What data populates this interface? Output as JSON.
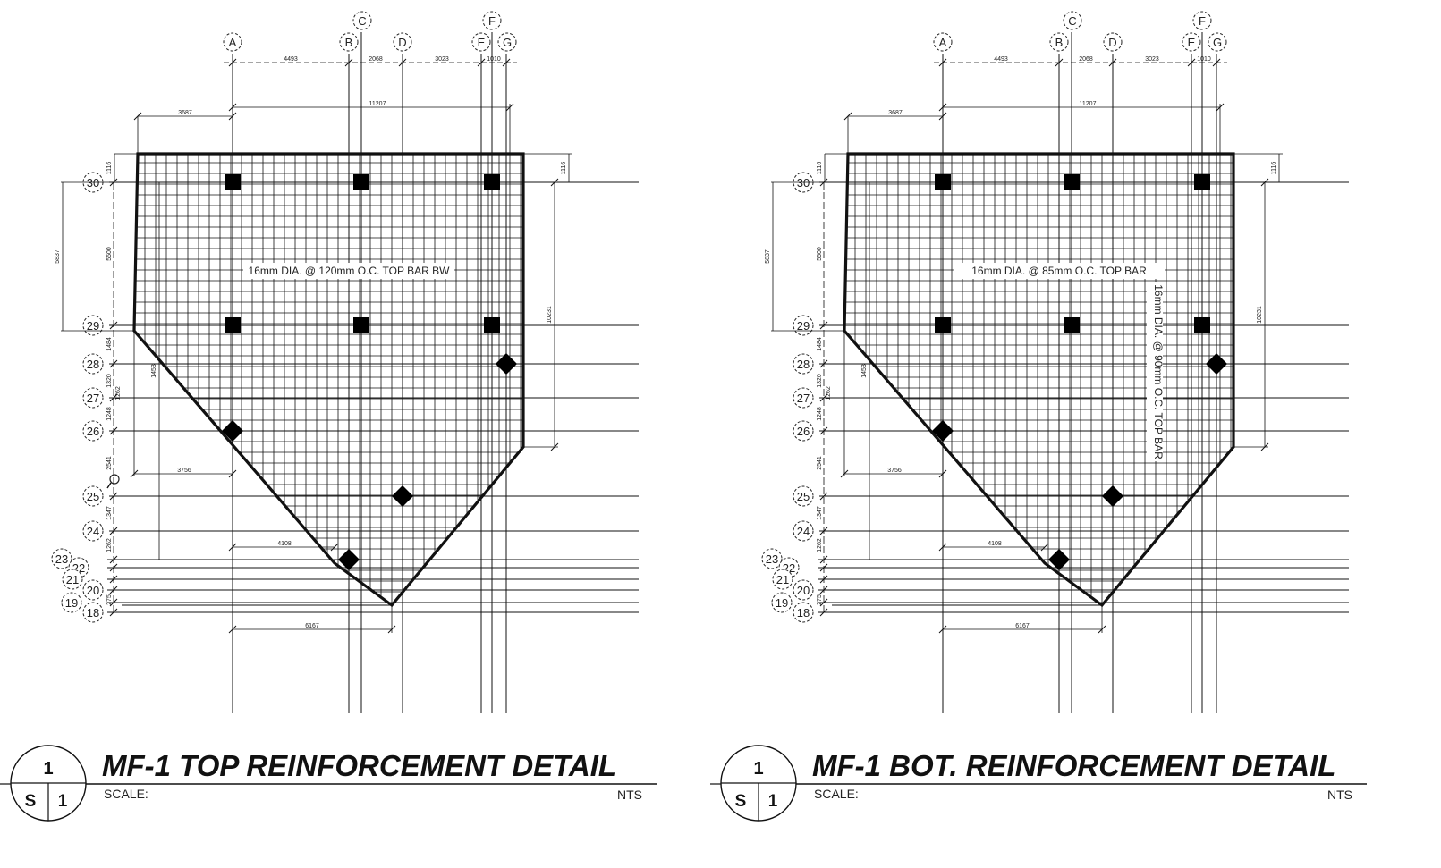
{
  "panels": [
    {
      "title": "MF-1 TOP REINFORCEMENT DETAIL",
      "scale_label": "SCALE:",
      "scale_value": "NTS",
      "tag": {
        "number": "1",
        "sheet": "S",
        "detail": "1"
      },
      "callouts": [
        {
          "text": "16mm DIA. @ 120mm O.C. TOP BAR BW",
          "orientation": "horizontal"
        }
      ],
      "search_marker": true
    },
    {
      "title": "MF-1 BOT. REINFORCEMENT DETAIL",
      "scale_label": "SCALE:",
      "scale_value": "NTS",
      "tag": {
        "number": "1",
        "sheet": "S",
        "detail": "1"
      },
      "callouts": [
        {
          "text": "16mm DIA. @ 85mm O.C. TOP BAR",
          "orientation": "horizontal"
        },
        {
          "text": "16mm DIA. @ 90mm O.C. TOP BAR",
          "orientation": "vertical"
        }
      ],
      "search_marker": false
    }
  ],
  "grid": {
    "column_labels": [
      "A",
      "B",
      "C",
      "D",
      "E",
      "F",
      "G"
    ],
    "row_labels": [
      "30",
      "29",
      "28",
      "27",
      "26",
      "25",
      "24",
      "23",
      "22",
      "21",
      "20",
      "19",
      "18"
    ],
    "column_spacings": [
      "4493",
      "2068",
      "3023",
      "1010"
    ],
    "overall_width": "11207",
    "left_overhang": "3687",
    "row_spacings": [
      "5500",
      "1484",
      "1320",
      "1248",
      "2541",
      "1347",
      "1262"
    ],
    "slab_depth": "10231",
    "other_dims": [
      "1116",
      "1116",
      "5837",
      "1453",
      "1262",
      "3756",
      "4108",
      "6167",
      "275"
    ]
  },
  "colors": {
    "line": "#111111",
    "background": "#ffffff"
  }
}
